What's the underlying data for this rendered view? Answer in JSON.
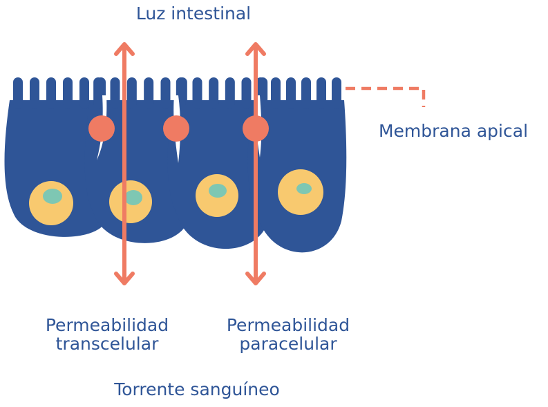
{
  "labels": {
    "lumen": "Luz intestinal",
    "apical_membrane": "Membrana apical",
    "transcellular": [
      "Permeabilidad",
      "transcelular"
    ],
    "paracellular": [
      "Permeabilidad",
      "paracelular"
    ],
    "bloodstream": "Torrente sanguíneo"
  },
  "colors": {
    "cell": "#2f5597",
    "arrow": "#ef7b63",
    "nucleus": "#f8c96f",
    "nucleolus": "#7ec7b3",
    "junction": "#ef7b63",
    "text": "#2f5597",
    "cell_gap": "#ffffff"
  }
}
